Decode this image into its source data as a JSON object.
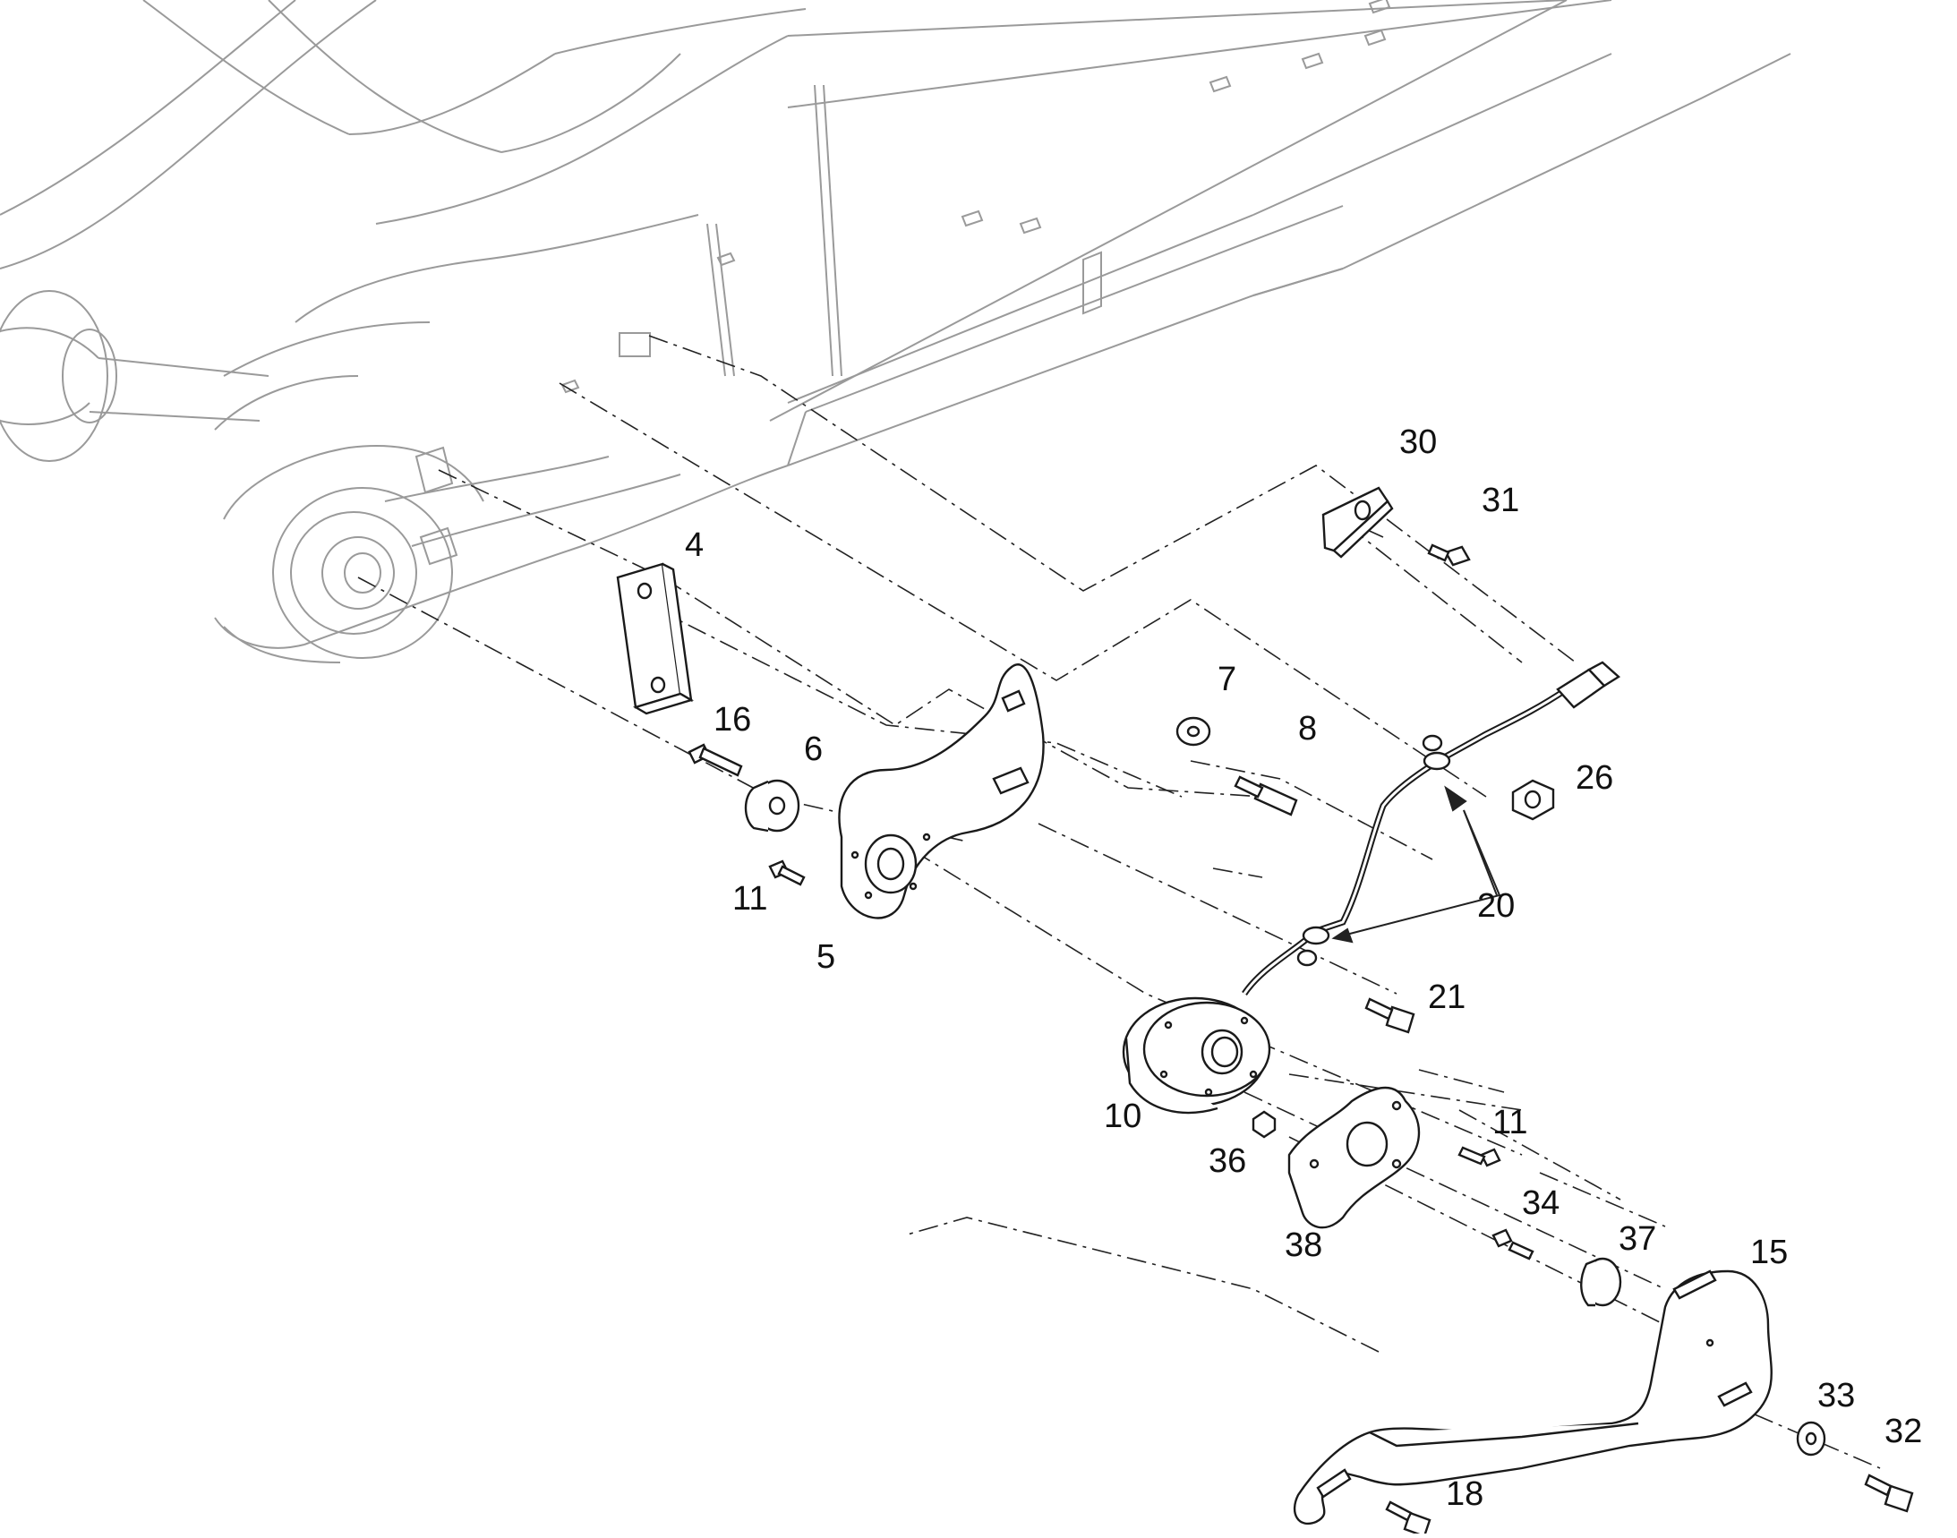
{
  "diagram": {
    "labels": [
      "4",
      "5",
      "6",
      "7",
      "8",
      "10",
      "11",
      "11",
      "15",
      "16",
      "18",
      "20",
      "21",
      "26",
      "30",
      "31",
      "32",
      "33",
      "34",
      "36",
      "37",
      "38"
    ],
    "colors": {
      "machine": "#9a9a9a",
      "parts": "#1a1a1a",
      "leader": "#222222"
    }
  }
}
